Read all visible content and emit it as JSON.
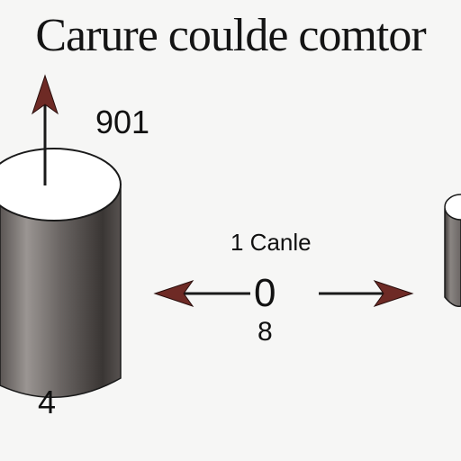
{
  "title": "Carure coulde comtor",
  "labels": {
    "top_value": "901",
    "center_caption": "1 Canle",
    "center_value": "0",
    "center_sub": "8",
    "bottom_left": "4"
  },
  "colors": {
    "background": "#f6f6f5",
    "cylinder_dark": "#3e3a38",
    "cylinder_light": "#8d8986",
    "cylinder_top": "#ffffff",
    "arrow_head": "#6e2a25",
    "line": "#1a1a1a"
  }
}
